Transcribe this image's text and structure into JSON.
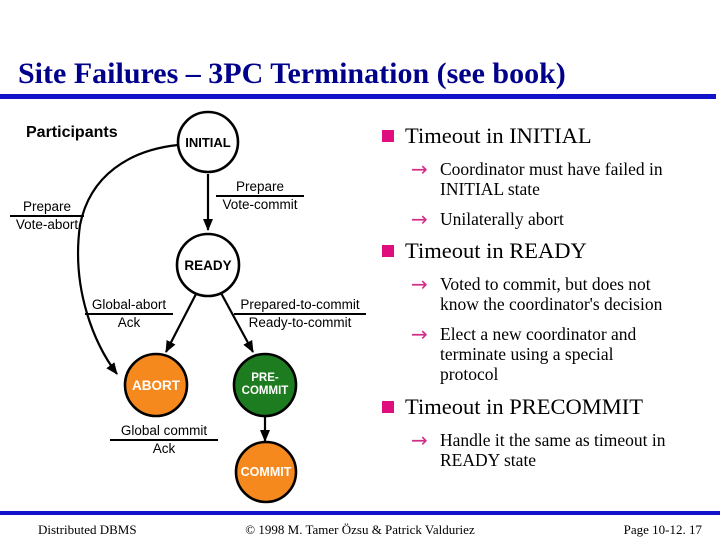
{
  "slide": {
    "title": "Site Failures – 3PC Termination (see book)",
    "colors": {
      "title_navy": "#00008B",
      "rule_blue": "#1212CB",
      "state_orange": "#F6891E",
      "state_green": "#1C7C1F",
      "bullet_pink": "#DF0D7D",
      "arrow_pink": "#D02E88"
    },
    "glyphs": {
      "sub_arrow": "→"
    }
  },
  "diagram": {
    "heading": "Participants",
    "states": {
      "initial": "INITIAL",
      "ready": "READY",
      "abort": "ABORT",
      "precommit": "PRE-\nCOMMIT",
      "commit": "COMMIT"
    },
    "transitions": {
      "prepare_vote_abort": {
        "top": "Prepare",
        "bottom": "Vote-abort"
      },
      "prepare_vote_commit": {
        "top": "Prepare",
        "bottom": "Vote-commit"
      },
      "global_abort_ack": {
        "top": "Global-abort",
        "bottom": "Ack"
      },
      "prepared_ready": {
        "top": "Prepared-to-commit",
        "bottom": "Ready-to-commit"
      },
      "global_commit_ack": {
        "top": "Global commit",
        "bottom": "Ack"
      }
    }
  },
  "bullets": [
    {
      "title": "Timeout in INITIAL",
      "subs": [
        "Coordinator must have failed in\nINITIAL state",
        "Unilaterally abort"
      ]
    },
    {
      "title": "Timeout in READY",
      "subs": [
        "Voted to commit, but does not\nknow the coordinator's decision",
        "Elect a new coordinator and\nterminate using a special\nprotocol"
      ]
    },
    {
      "title": "Timeout in PRECOMMIT",
      "subs": [
        "Handle it the same as timeout in\nREADY state"
      ]
    }
  ],
  "footer": {
    "left": "Distributed DBMS",
    "center": "© 1998 M. Tamer Özsu & Patrick Valduriez",
    "right": "Page 10-12. 17"
  }
}
